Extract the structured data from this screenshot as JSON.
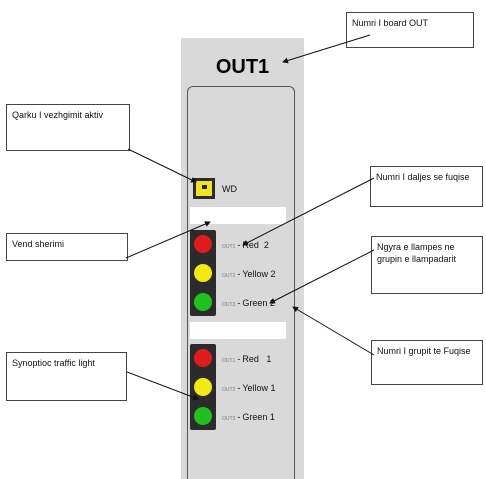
{
  "board": {
    "title": "OUT1",
    "watchdog_label": "WD"
  },
  "group2": [
    {
      "output": "OUT1",
      "color": "Red",
      "group": "2",
      "lamp": "red"
    },
    {
      "output": "OUT2",
      "color": "Yellow",
      "group": "2",
      "lamp": "yellow"
    },
    {
      "output": "OUT3",
      "color": "Green",
      "group": "2",
      "lamp": "green"
    }
  ],
  "group1": [
    {
      "output": "OUT1",
      "color": "Red",
      "group": "1",
      "lamp": "red"
    },
    {
      "output": "OUT2",
      "color": "Yellow",
      "group": "1",
      "lamp": "yellow"
    },
    {
      "output": "OUT3",
      "color": "Green",
      "group": "1",
      "lamp": "green"
    }
  ],
  "callouts": {
    "board_number": "Numri I board OUT",
    "watchdog": "Qarku I vezhgimit aktiv",
    "reserve": "Vend sherimi",
    "socket_output": "Numri I daljes se fuqise",
    "lamp_color": "Ngyra e llampes ne grupin e llampadarit",
    "power_group": "Numri I grupit te Fuqise",
    "synoptic": "Synoptioc  traffic light"
  },
  "colors": {
    "panel": "#d9d9d9",
    "red": "#e01b1b",
    "yellow": "#f3ea12",
    "green": "#1ec11e"
  }
}
